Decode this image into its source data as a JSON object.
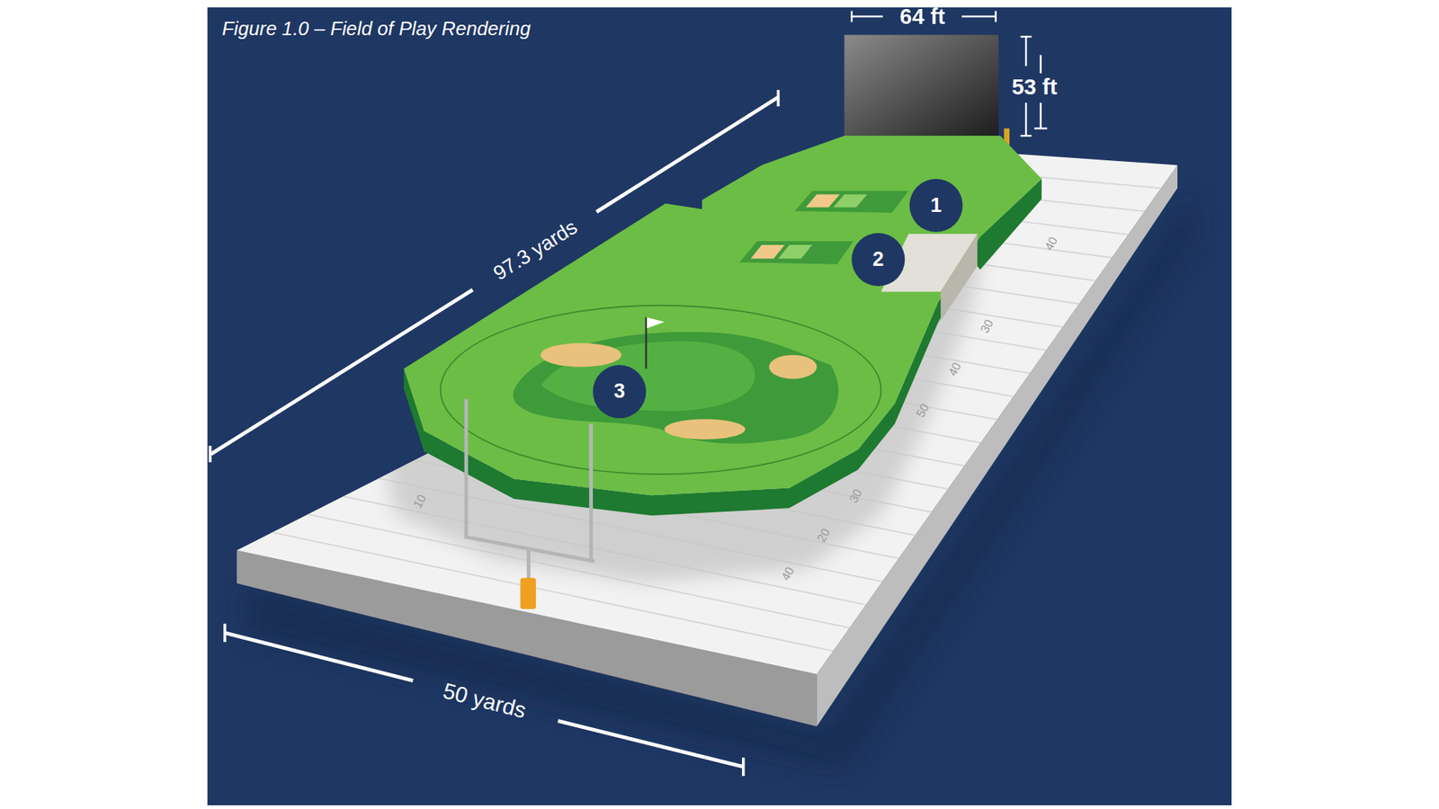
{
  "diagram": {
    "title": "Figure 1.0 – Field of Play Rendering",
    "nodes": [
      {
        "text": [
          "1"
        ]
      },
      {
        "text": [
          "2"
        ]
      },
      {
        "text": [
          "3"
        ]
      }
    ],
    "labels": [
      "64 ft",
      "53 ft",
      "97.3 yards",
      "50 yards",
      "40",
      "30",
      "40",
      "50",
      "30",
      "20",
      "40",
      "10"
    ]
  }
}
